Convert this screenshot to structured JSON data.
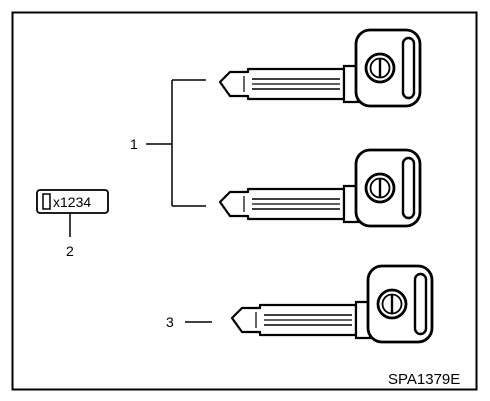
{
  "figure": {
    "callouts": [
      {
        "label": "1"
      },
      {
        "label": "2"
      },
      {
        "label": "3"
      }
    ],
    "tag_text": "x1234",
    "figure_code": "SPA1379E"
  },
  "icons": {
    "key_top": "key-icon",
    "key_middle": "key-icon",
    "key_bottom": "key-icon",
    "tag": "key-number-plate-icon"
  }
}
